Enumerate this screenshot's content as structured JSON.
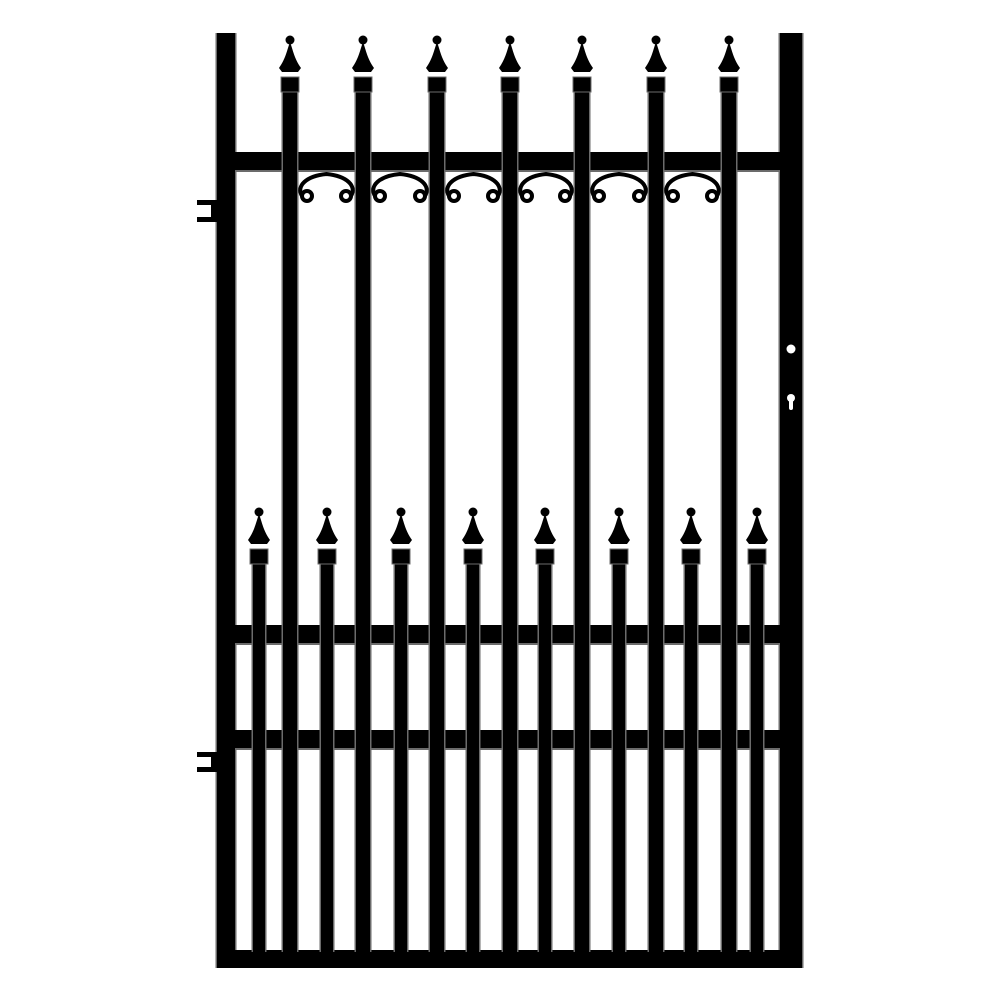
{
  "gate": {
    "tall_picket_count": 7,
    "short_picket_count": 8,
    "scroll_count": 6,
    "hinge_count": 2,
    "colors": {
      "iron": "#000000",
      "edge": "#6b6b6b",
      "background": "#ffffff"
    }
  }
}
